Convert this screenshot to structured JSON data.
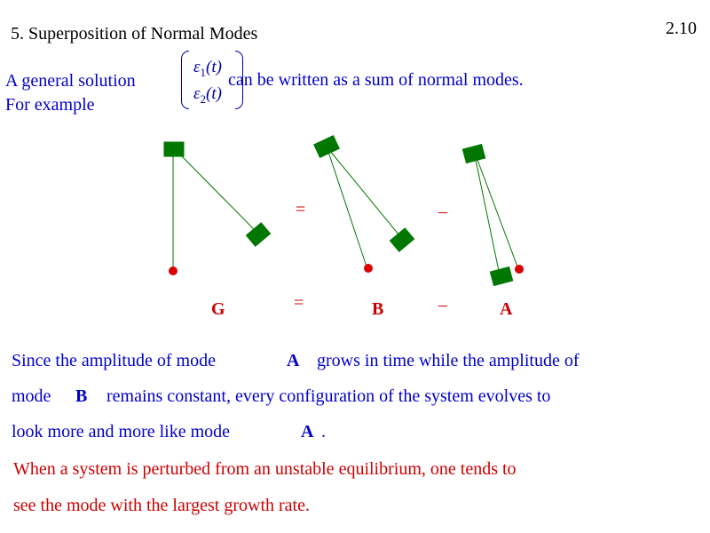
{
  "title": "5. Superposition of Normal Modes",
  "slide_number": "2.10",
  "intro": {
    "line1": "A general solution",
    "line2": "For example",
    "continuation": "can be written as a sum of normal modes."
  },
  "vector": {
    "e1": "ε",
    "e1_sub": "1",
    "e2": "ε",
    "e2_sub": "2",
    "arg": "(t)"
  },
  "diagram": {
    "label_g": "G",
    "label_b": "B",
    "label_a": "A",
    "equals": "=",
    "minus": "–"
  },
  "para1": {
    "l1a": "Since the amplitude of mode",
    "l1b": "A",
    "l1c": "grows in time while the amplitude of",
    "l2a": "mode",
    "l2b": "B",
    "l2c": "remains constant, every configuration of the system evolves to",
    "l3a": "look more and more like mode",
    "l3b": "A",
    "l3c": "."
  },
  "para2": {
    "l1": "When a system is perturbed from an unstable equilibrium, one tends to",
    "l2": "see the mode with the largest growth rate."
  },
  "colors": {
    "blue": "#0000cc",
    "red": "#cc0000",
    "green": "#007700"
  }
}
